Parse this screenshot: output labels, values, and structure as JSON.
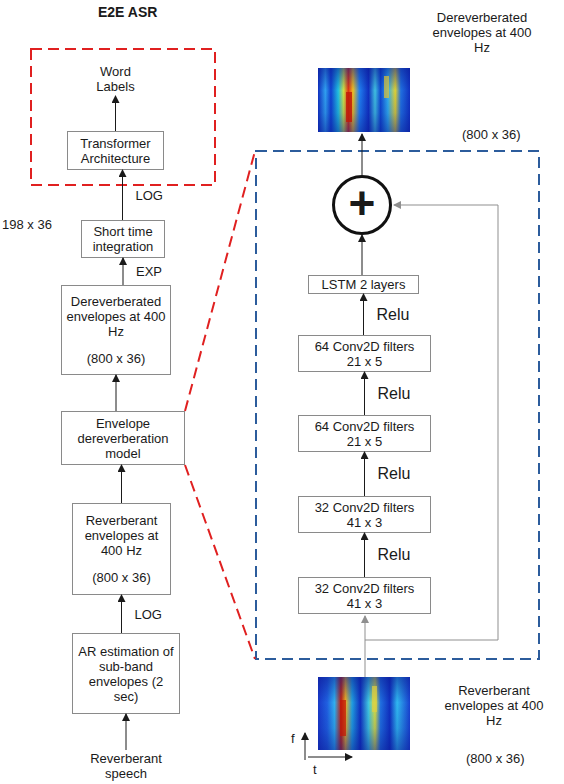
{
  "diagram": {
    "title": "E2E ASR",
    "nodes": [
      {
        "text": []
      },
      {
        "text": [
          "Word Labels"
        ],
        "in": 0
      },
      {
        "text": [
          "Transformer Architecture"
        ],
        "in": 0
      },
      {
        "text": [
          "Short time integration"
        ]
      },
      {
        "text": [
          "Dereverberated envelopes at 400 Hz",
          "(800 x 36)"
        ]
      },
      {
        "text": [
          "Envelope dereverberation model"
        ]
      },
      {
        "text": [
          "Reverberant envelopes at 400 Hz",
          "(800 x 36)"
        ]
      },
      {
        "text": [
          "AR estimation of sub-band envelopes (2 sec)"
        ]
      },
      {
        "text": [
          "Reverberant speech"
        ]
      },
      {
        "text": []
      },
      {
        "text": [
          "+"
        ],
        "in": 9
      },
      {
        "text": [
          "LSTM 2 layers"
        ],
        "in": 9
      },
      {
        "text": [
          "64 Conv2D filters",
          "21 x 5"
        ],
        "in": 9
      },
      {
        "text": [
          "64 Conv2D filters",
          "21 x 5"
        ],
        "in": 9
      },
      {
        "text": [
          "32 Conv2D filters",
          "41 x 3"
        ],
        "in": 9
      },
      {
        "text": [
          "32 Conv2D filters",
          "41 x 3"
        ],
        "in": 9
      }
    ],
    "edges": [
      {
        "from": 2,
        "to": 1,
        "arrow": "to"
      },
      {
        "from": 3,
        "to": 2,
        "label": "LOG",
        "arrow": "to"
      },
      {
        "from": 4,
        "to": 3,
        "label": "EXP",
        "arrow": "to"
      },
      {
        "from": 5,
        "to": 4,
        "arrow": "to"
      },
      {
        "from": 6,
        "to": 5,
        "arrow": "to"
      },
      {
        "from": 7,
        "to": 6,
        "label": "LOG",
        "arrow": "to"
      },
      {
        "from": 8,
        "to": 7,
        "arrow": "to"
      },
      {
        "from": 11,
        "to": 10,
        "arrow": "to"
      },
      {
        "from": 12,
        "to": 11,
        "label": "Relu",
        "arrow": "to"
      },
      {
        "from": 13,
        "to": 12,
        "label": "Relu",
        "arrow": "to"
      },
      {
        "from": 14,
        "to": 13,
        "label": "Relu",
        "arrow": "to"
      },
      {
        "from": 15,
        "to": 14,
        "label": "Relu",
        "arrow": "to"
      }
    ],
    "labels": [
      "198 x 36",
      "Dereverberated envelopes at 400 Hz",
      "(800 x 36)",
      "Reverberant envelopes at 400 Hz",
      "(800 x 36)",
      "f",
      "t"
    ]
  }
}
